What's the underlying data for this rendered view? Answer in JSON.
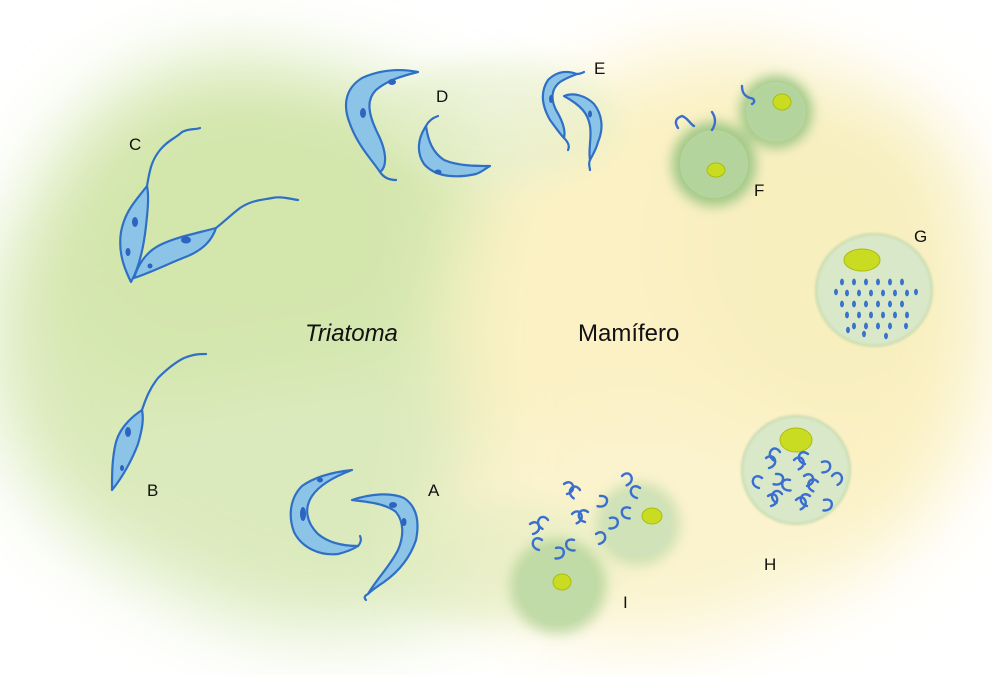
{
  "diagram": {
    "stage_labels": {
      "A": "A",
      "B": "B",
      "C": "C",
      "D": "D",
      "E": "E",
      "F": "F",
      "G": "G",
      "H": "H",
      "I": "I"
    },
    "host_labels": {
      "vector": "Triatoma",
      "mammal": "Mamífero"
    },
    "colors": {
      "vector_zone": "#d9e9b8",
      "mammal_zone": "#fbf1c4",
      "parasite_fill": "#8cc4e8",
      "parasite_outline": "#2f6fc6",
      "host_cell": "#d8e8c8",
      "host_nucleus": "#c9dc22"
    }
  }
}
